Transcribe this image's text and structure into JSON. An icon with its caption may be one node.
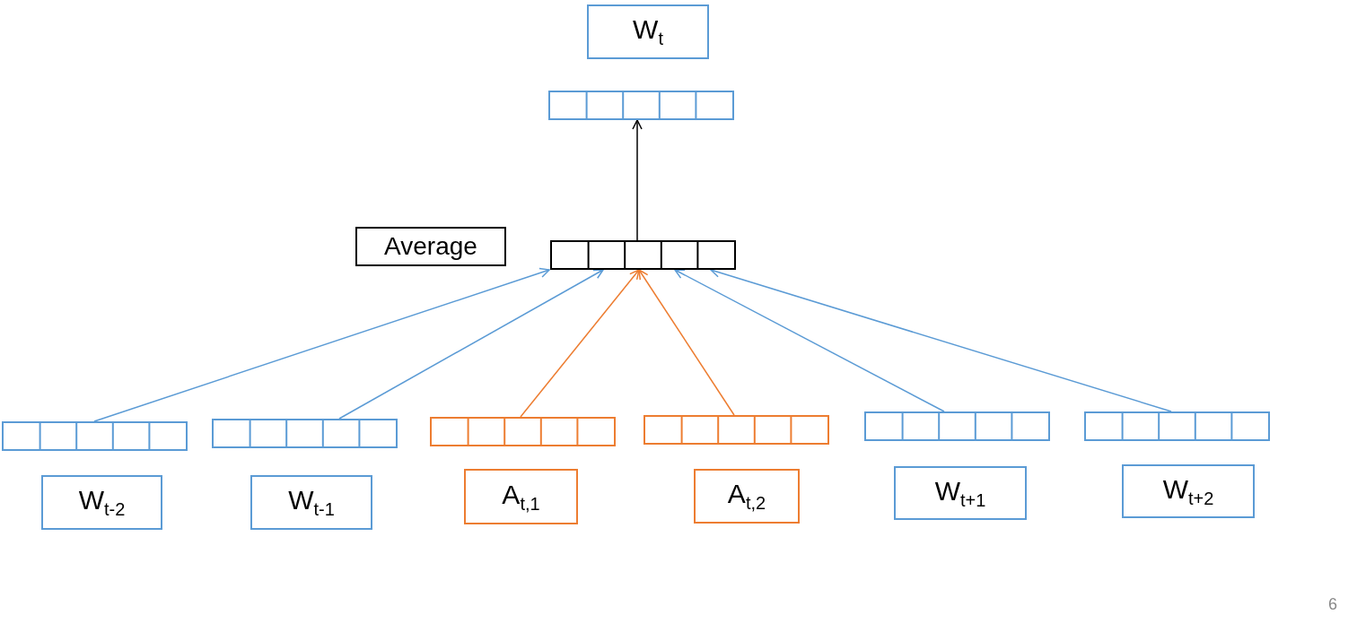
{
  "diagram": {
    "nodes": [
      {
        "text": [
          "W$_{t}$"
        ]
      },
      {
        "text": [],
        "shape": "bar"
      },
      {
        "text": [
          "Average"
        ]
      },
      {
        "text": [],
        "shape": "bar"
      },
      {
        "text": [],
        "shape": "bar"
      },
      {
        "text": [],
        "shape": "bar"
      },
      {
        "text": [],
        "shape": "bar"
      },
      {
        "text": [],
        "shape": "bar"
      },
      {
        "text": [],
        "shape": "bar"
      },
      {
        "text": [],
        "shape": "bar"
      },
      {
        "text": [
          "W$_{t-2}$"
        ]
      },
      {
        "text": [
          "W$_{t-1}$"
        ]
      },
      {
        "text": [
          "A$_{t,1}$"
        ]
      },
      {
        "text": [
          "A$_{t,2}$"
        ]
      },
      {
        "text": [
          "W$_{t+1}$"
        ]
      },
      {
        "text": [
          "W$_{t+2}$"
        ]
      }
    ],
    "edges": [
      {
        "from": 3,
        "to": 1,
        "arrow": "to",
        "color": "#000000"
      },
      {
        "from": 4,
        "to": 3,
        "arrow": "to"
      },
      {
        "from": 5,
        "to": 3,
        "arrow": "to"
      },
      {
        "from": 6,
        "to": 3,
        "arrow": "to",
        "color": "#ed7d31"
      },
      {
        "from": 7,
        "to": 3,
        "arrow": "to",
        "color": "#ed7d31"
      },
      {
        "from": 8,
        "to": 3,
        "arrow": "to"
      },
      {
        "from": 9,
        "to": 3,
        "arrow": "to"
      }
    ],
    "labels": [
      "6"
    ]
  }
}
